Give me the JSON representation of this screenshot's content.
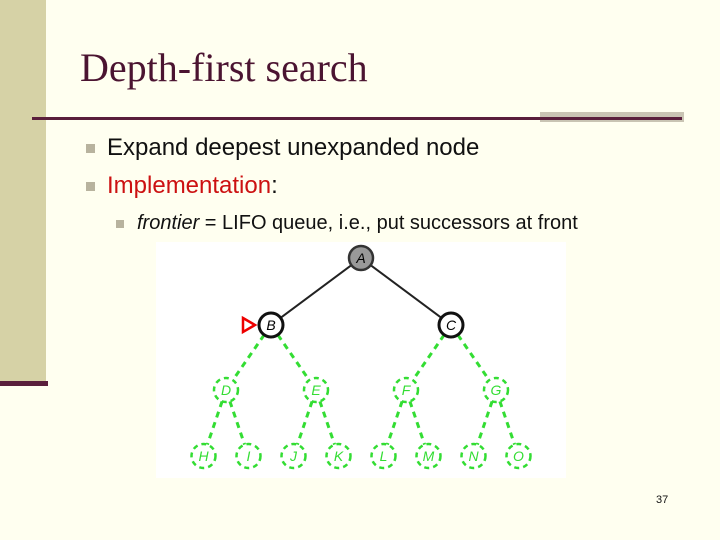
{
  "slide": {
    "title": "Depth-first search",
    "page_number": "37"
  },
  "bullets": [
    {
      "text": "Expand deepest unexpanded node"
    },
    {
      "prefix": "Implementation",
      "suffix": ":"
    }
  ],
  "sub_bullet": {
    "italic": "frontier",
    "rest": " = LIFO queue, i.e., put successors at front"
  },
  "tree": {
    "colors": {
      "expanded_fill": "#999999",
      "frontier_fill": "#FFFFFF",
      "unseen": "#33DD33",
      "pointer": "#EE0000",
      "edge_visited": "#222222"
    },
    "nodes": [
      {
        "label": "A",
        "state": "expanded"
      },
      {
        "label": "B",
        "state": "frontier"
      },
      {
        "label": "C",
        "state": "frontier"
      },
      {
        "label": "D",
        "state": "unseen"
      },
      {
        "label": "E",
        "state": "unseen"
      },
      {
        "label": "F",
        "state": "unseen"
      },
      {
        "label": "G",
        "state": "unseen"
      },
      {
        "label": "H",
        "state": "unseen"
      },
      {
        "label": "I",
        "state": "unseen"
      },
      {
        "label": "J",
        "state": "unseen"
      },
      {
        "label": "K",
        "state": "unseen"
      },
      {
        "label": "L",
        "state": "unseen"
      },
      {
        "label": "M",
        "state": "unseen"
      },
      {
        "label": "N",
        "state": "unseen"
      },
      {
        "label": "O",
        "state": "unseen"
      }
    ],
    "edges": [
      {
        "from": "A",
        "to": "B",
        "state": "visited"
      },
      {
        "from": "A",
        "to": "C",
        "state": "visited"
      },
      {
        "from": "B",
        "to": "D",
        "state": "unseen"
      },
      {
        "from": "B",
        "to": "E",
        "state": "unseen"
      },
      {
        "from": "C",
        "to": "F",
        "state": "unseen"
      },
      {
        "from": "C",
        "to": "G",
        "state": "unseen"
      },
      {
        "from": "D",
        "to": "H",
        "state": "unseen"
      },
      {
        "from": "D",
        "to": "I",
        "state": "unseen"
      },
      {
        "from": "E",
        "to": "J",
        "state": "unseen"
      },
      {
        "from": "E",
        "to": "K",
        "state": "unseen"
      },
      {
        "from": "F",
        "to": "L",
        "state": "unseen"
      },
      {
        "from": "F",
        "to": "M",
        "state": "unseen"
      },
      {
        "from": "G",
        "to": "N",
        "state": "unseen"
      },
      {
        "from": "G",
        "to": "O",
        "state": "unseen"
      }
    ],
    "next_to_expand": "B"
  }
}
